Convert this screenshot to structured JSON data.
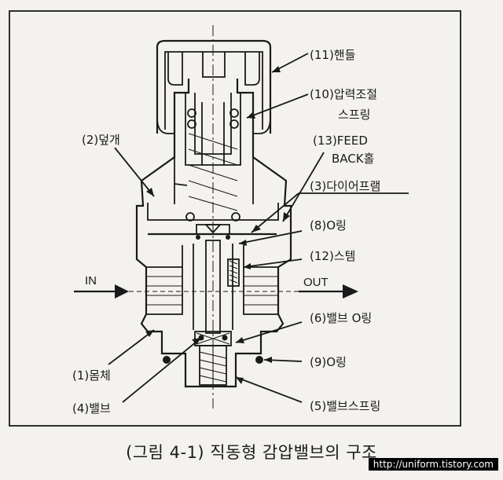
{
  "labels": {
    "l11": "(11)핸들",
    "l10a": "(10)압력조절",
    "l10b": "스프링",
    "l13a": "(13)FEED",
    "l13b": "BACK홀",
    "l3": "(3)다이어프램",
    "l2": "(2)덮개",
    "l8": "(8)O링",
    "l12": "(12)스템",
    "l6": "(6)밸브 O링",
    "l9": "(9)O링",
    "l1": "(1)몸체",
    "l4": "(4)밸브",
    "l5": "(5)밸브스프링"
  },
  "flow": {
    "in": "IN",
    "out": "OUT"
  },
  "caption": "(그림 4-1) 직동형 감압밸브의 구조",
  "watermark": "http://uniform.tistory.com"
}
